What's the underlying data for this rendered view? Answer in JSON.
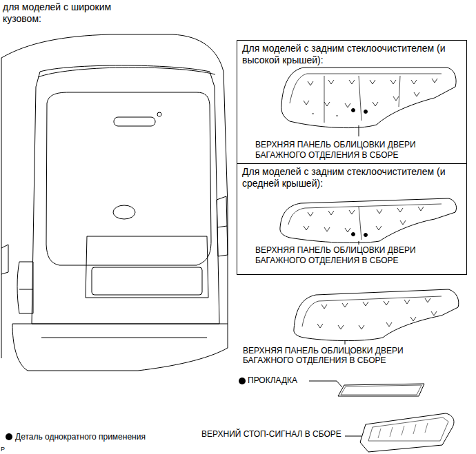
{
  "diagram": {
    "nodes": [
      {
        "text": [
          "Для моделей с задним стеклоочистителем (и высокой крышей):",
          "ВЕРХНЯЯ ПАНЕЛЬ ОБЛИЦОВКИ ДВЕРИ БАГАЖНОГО ОТДЕЛЕНИЯ В СБОРЕ"
        ]
      },
      {
        "text": [
          "Для моделей с задним стеклоочистителем (и средней крышей):",
          "ВЕРХНЯЯ ПАНЕЛЬ ОБЛИЦОВКИ ДВЕРИ БАГАЖНОГО ОТДЕЛЕНИЯ В СБОРЕ"
        ]
      }
    ],
    "labels": [
      "для моделей с широким кузовом:",
      "ВЕРХНЯЯ ПАНЕЛЬ ОБЛИЦОВКИ ДВЕРИ БАГАЖНОГО ОТДЕЛЕНИЯ В СБОРЕ",
      "ПРОКЛАДКА",
      "ВЕРХНИЙ СТОП-СИГНАЛ В СБОРЕ",
      "P"
    ],
    "legend": [
      {
        "text": "Деталь однократного применения"
      }
    ]
  }
}
